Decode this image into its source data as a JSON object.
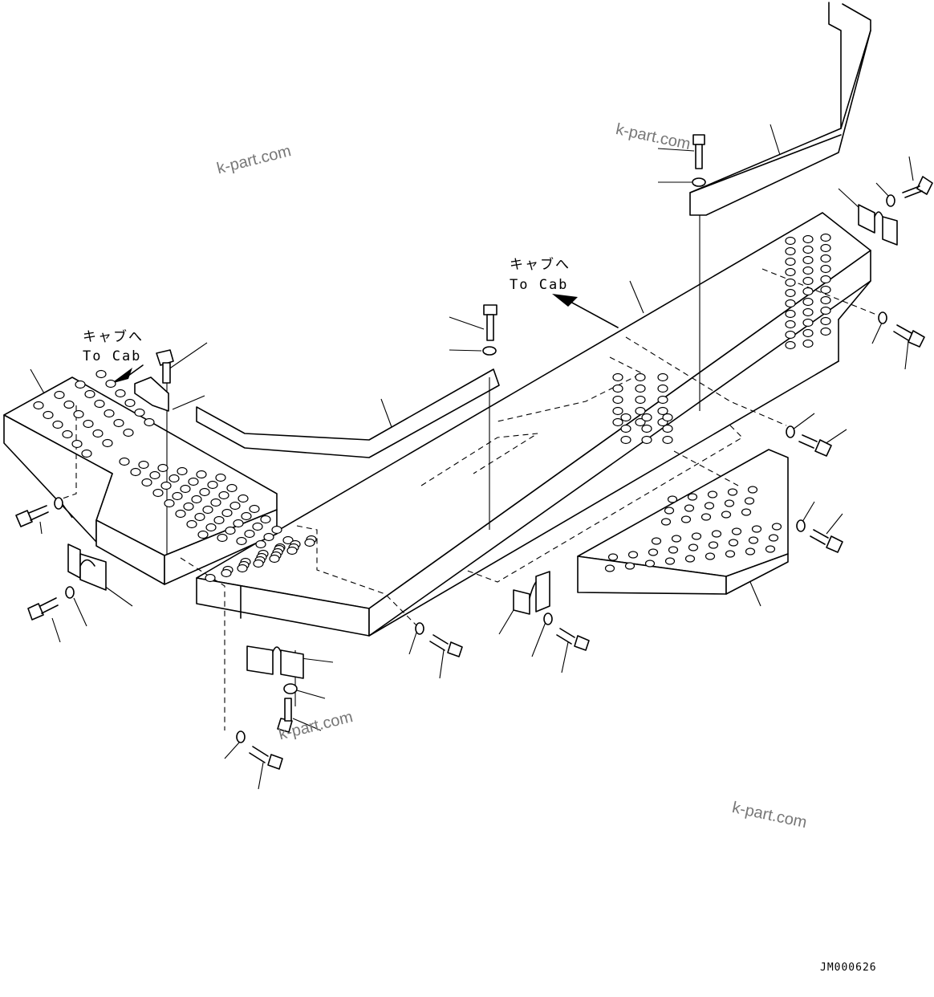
{
  "annotations": {
    "to_cab_left_jp": "キャブへ",
    "to_cab_left_en": "To Cab",
    "to_cab_right_jp": "キャブへ",
    "to_cab_right_en": "To Cab"
  },
  "watermarks": [
    "k-part.com",
    "k-part.com",
    "k-part.com",
    "k-part.com"
  ],
  "drawing_code": "JM000626",
  "colors": {
    "line": "#000000",
    "background": "#ffffff",
    "watermark": "#777777"
  }
}
